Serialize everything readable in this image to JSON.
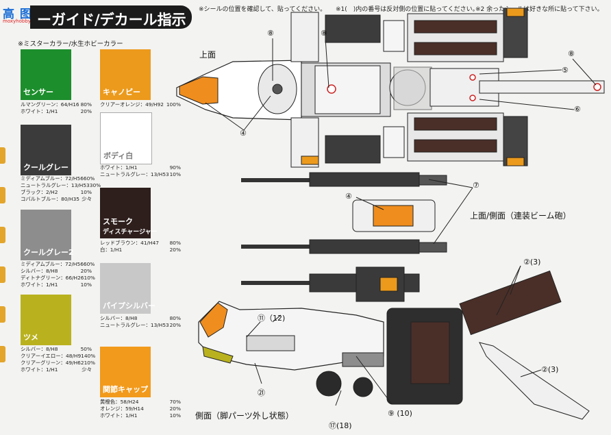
{
  "logo": {
    "text": "高 图",
    "sub": "moxyhobby.com"
  },
  "header": {
    "title": "ーガイド/デカール指示",
    "note1": "※シールの位置を確認して、貼ってください。",
    "note2": "※1(　)内の番号は反対側の位置に貼ってください。",
    "note3": "※2 余ったシールは好きな所に貼って下さい。"
  },
  "subtitle": "※ミスターカラー/水生ホビーカラー",
  "colors": {
    "green": "#1c8e2c",
    "orange": "#ec9a1c",
    "white": "#ffffff",
    "darkgray": "#3b3b3b",
    "smoke": "#2e1f1c",
    "gray2": "#8d8d8d",
    "silver": "#c8c8c8",
    "yellow": "#b9b21e",
    "joint": "#f29a1c"
  },
  "swatches": [
    {
      "label": "センサー",
      "rows": [
        {
          "n": "ルマングリーン：64/H16",
          "p": "80%"
        },
        {
          "n": "ホワイト：1/H1",
          "p": "20%"
        }
      ]
    },
    {
      "label": "キャノピー",
      "rows": [
        {
          "n": "クリアーオレンジ：49/H92",
          "p": "100%"
        }
      ]
    },
    {
      "label": "クールグレー",
      "rows": [
        {
          "n": "ミディアムブルー：72/H56",
          "p": "60%"
        },
        {
          "n": "ニュートラルグレー：13/H53",
          "p": "30%"
        },
        {
          "n": "ブラック：2/H2",
          "p": "10%"
        },
        {
          "n": "コバルトブルー：80/H35",
          "p": "少々"
        }
      ]
    },
    {
      "label": "ボディ白",
      "rows": [
        {
          "n": "ホワイト：1/H1",
          "p": "90%"
        },
        {
          "n": "ニュートラルグレー：13/H53",
          "p": "10%"
        }
      ]
    },
    {
      "label": "スモーク",
      "label2": "ディスチャージャー",
      "rows": [
        {
          "n": "レッドブラウン：41/H47",
          "p": "80%"
        },
        {
          "n": "白：1/H1",
          "p": "20%"
        }
      ]
    },
    {
      "label": "クールグレー2",
      "rows": [
        {
          "n": "ミディアムブルー：72/H56",
          "p": "60%"
        },
        {
          "n": "シルバー：8/H8",
          "p": "20%"
        },
        {
          "n": "ディトナグリーン：66/H26",
          "p": "10%"
        },
        {
          "n": "ホワイト：1/H1",
          "p": "10%"
        }
      ]
    },
    {
      "label": "パイプシルバー",
      "rows": [
        {
          "n": "シルバー：8/H8",
          "p": "80%"
        },
        {
          "n": "ニュートラルグレー：13/H53",
          "p": "20%"
        }
      ]
    },
    {
      "label": "ツメ",
      "rows": [
        {
          "n": "シルバー：8/H8",
          "p": "50%"
        },
        {
          "n": "クリアーイエロー：48/H91",
          "p": "40%"
        },
        {
          "n": "クリアーグリーン：49/H62",
          "p": "10%"
        },
        {
          "n": "ホワイト：1/H1",
          "p": "少々"
        }
      ]
    },
    {
      "label": "関節キャップ",
      "rows": [
        {
          "n": "黄橙色：58/H24",
          "p": "70%"
        },
        {
          "n": "オレンジ：59/H14",
          "p": "20%"
        },
        {
          "n": "ホワイト：1/H1",
          "p": "10%"
        }
      ]
    }
  ],
  "views": {
    "top": "上面",
    "top_side": "上面/側面（連装ビーム砲）",
    "side": "側面（脚パーツ外し状態）"
  },
  "callouts": {
    "c8a": "⑧",
    "c8b": "⑧",
    "c5": "⑤",
    "c6": "⑥",
    "c4a": "④",
    "c4b": "④",
    "c7": "⑦",
    "c2a": "②(3)",
    "c2b": "②(3)",
    "c11": "⑪（12)",
    "c21": "㉑",
    "c9": "⑨ (10)",
    "c17": "⑰(18)"
  }
}
